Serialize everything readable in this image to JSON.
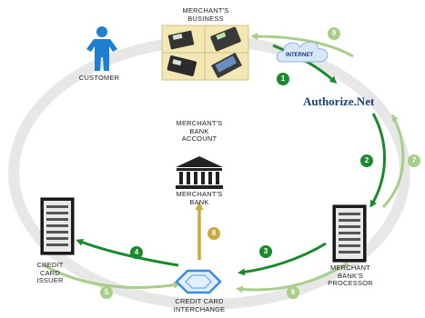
{
  "labels": {
    "merchants_business": [
      "MERCHANT'S",
      "BUSINESS"
    ],
    "customer": "CUSTOMER",
    "internet": "INTERNET",
    "authorize_net": "Authorize.Net",
    "merchants_bank_account": [
      "MERCHANT'S",
      "BANK",
      "ACCOUNT"
    ],
    "merchants_bank": [
      "MERCHANT'S",
      "BANK"
    ],
    "credit_card_issuer": [
      "CREDIT",
      "CARD",
      "ISSUER"
    ],
    "merchant_bank_processor": [
      "MERCHANT",
      "BANK'S",
      "PROCESSOR"
    ],
    "credit_card_interchange": [
      "CREDIT CARD",
      "INTERCHANGE"
    ]
  },
  "steps": {
    "s1": "1",
    "s2": "2",
    "s3": "3",
    "s4": "4",
    "s5": "5",
    "s6": "6",
    "s7": "7",
    "s8": "8",
    "s9": "9"
  },
  "colors": {
    "dark_green": "#1a8a2c",
    "light_green": "#a7cf8a",
    "gold": "#c9aa3e",
    "navy": "#1b3f7a",
    "customer_blue": "#1e7fd0"
  }
}
